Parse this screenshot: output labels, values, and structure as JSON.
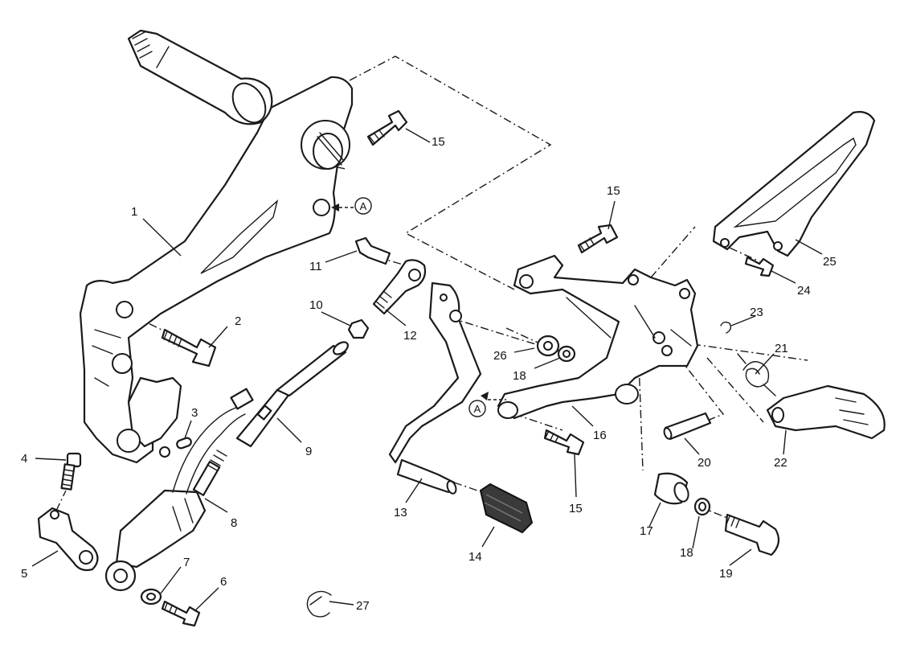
{
  "callouts": [
    {
      "id": "c1",
      "text": "1"
    },
    {
      "id": "c2",
      "text": "2"
    },
    {
      "id": "c3",
      "text": "3"
    },
    {
      "id": "c4",
      "text": "4"
    },
    {
      "id": "c5",
      "text": "5"
    },
    {
      "id": "c6",
      "text": "6"
    },
    {
      "id": "c7",
      "text": "7"
    },
    {
      "id": "c8",
      "text": "8"
    },
    {
      "id": "c9",
      "text": "9"
    },
    {
      "id": "c10",
      "text": "10"
    },
    {
      "id": "c11",
      "text": "11"
    },
    {
      "id": "c12",
      "text": "12"
    },
    {
      "id": "c13",
      "text": "13"
    },
    {
      "id": "c14",
      "text": "14"
    },
    {
      "id": "c15a",
      "text": "15"
    },
    {
      "id": "c15b",
      "text": "15"
    },
    {
      "id": "c15c",
      "text": "15"
    },
    {
      "id": "c16",
      "text": "16"
    },
    {
      "id": "c17",
      "text": "17"
    },
    {
      "id": "c18a",
      "text": "18"
    },
    {
      "id": "c18b",
      "text": "18"
    },
    {
      "id": "c19",
      "text": "19"
    },
    {
      "id": "c20",
      "text": "20"
    },
    {
      "id": "c21",
      "text": "21"
    },
    {
      "id": "c22",
      "text": "22"
    },
    {
      "id": "c23",
      "text": "23"
    },
    {
      "id": "c24",
      "text": "24"
    },
    {
      "id": "c25",
      "text": "25"
    },
    {
      "id": "c26",
      "text": "26"
    },
    {
      "id": "c27",
      "text": "27"
    }
  ],
  "reference_markers": [
    {
      "id": "refA1",
      "text": "A"
    },
    {
      "id": "refA2",
      "text": "A"
    }
  ]
}
